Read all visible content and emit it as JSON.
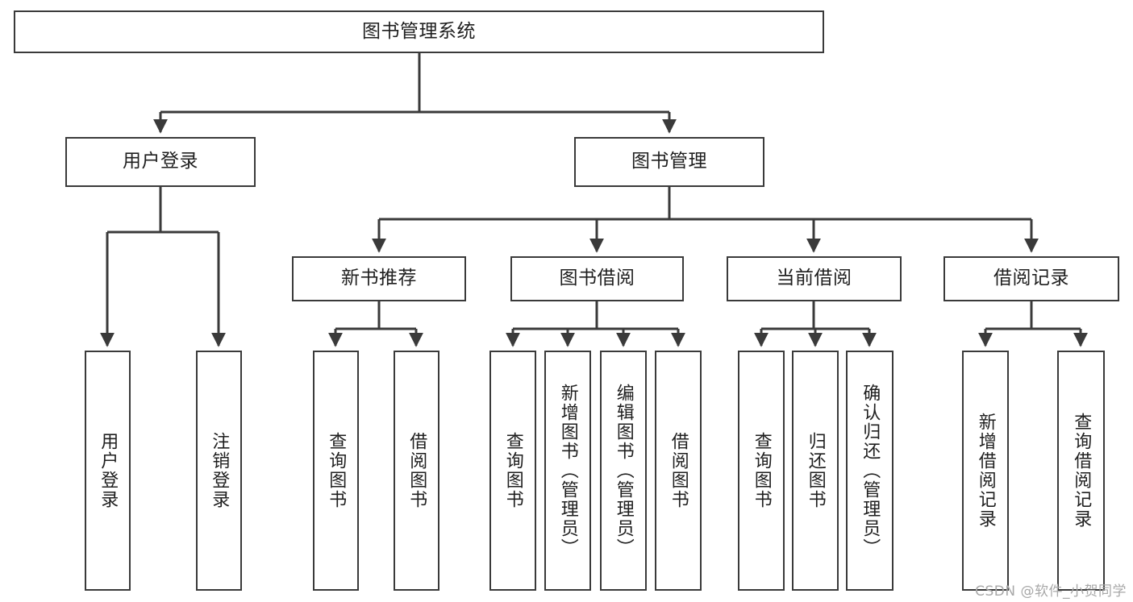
{
  "diagram": {
    "title": "图书管理系统",
    "type": "tree-hierarchy",
    "watermark": "CSDN @软件_小贺同学",
    "colors": {
      "background": "#ffffff",
      "border": "#3a3a3a",
      "text": "#1f1f1f",
      "edge": "#3a3a3a",
      "watermark": "#a8a8a8"
    },
    "levels": {
      "root": {
        "label": "图书管理系统"
      },
      "level2": [
        {
          "id": "user-login",
          "label": "用户登录"
        },
        {
          "id": "book-management",
          "label": "图书管理"
        }
      ],
      "level3": [
        {
          "id": "new-book-recommend",
          "label": "新书推荐",
          "parent": "book-management"
        },
        {
          "id": "book-borrow",
          "label": "图书借阅",
          "parent": "book-management"
        },
        {
          "id": "current-borrow",
          "label": "当前借阅",
          "parent": "book-management"
        },
        {
          "id": "borrow-record",
          "label": "借阅记录",
          "parent": "book-management"
        }
      ],
      "leaves": [
        {
          "id": "leaf-user-login",
          "label": "用户登录",
          "parent": "user-login"
        },
        {
          "id": "leaf-logout-login",
          "label": "注销登录",
          "parent": "user-login"
        },
        {
          "id": "leaf-query-book-1",
          "label": "查询图书",
          "parent": "new-book-recommend"
        },
        {
          "id": "leaf-borrow-book-1",
          "label": "借阅图书",
          "parent": "new-book-recommend"
        },
        {
          "id": "leaf-query-book-2",
          "label": "查询图书",
          "parent": "book-borrow"
        },
        {
          "id": "leaf-add-book",
          "label": "新增图书（管理员）",
          "parent": "book-borrow"
        },
        {
          "id": "leaf-edit-book",
          "label": "编辑图书（管理员）",
          "parent": "book-borrow"
        },
        {
          "id": "leaf-borrow-book-2",
          "label": "借阅图书",
          "parent": "book-borrow"
        },
        {
          "id": "leaf-query-book-3",
          "label": "查询图书",
          "parent": "current-borrow"
        },
        {
          "id": "leaf-return-book",
          "label": "归还图书",
          "parent": "current-borrow"
        },
        {
          "id": "leaf-confirm-return",
          "label": "确认归还（管理员）",
          "parent": "current-borrow"
        },
        {
          "id": "leaf-add-record",
          "label": "新增借阅记录",
          "parent": "borrow-record"
        },
        {
          "id": "leaf-query-record",
          "label": "查询借阅记录",
          "parent": "borrow-record"
        }
      ]
    }
  }
}
